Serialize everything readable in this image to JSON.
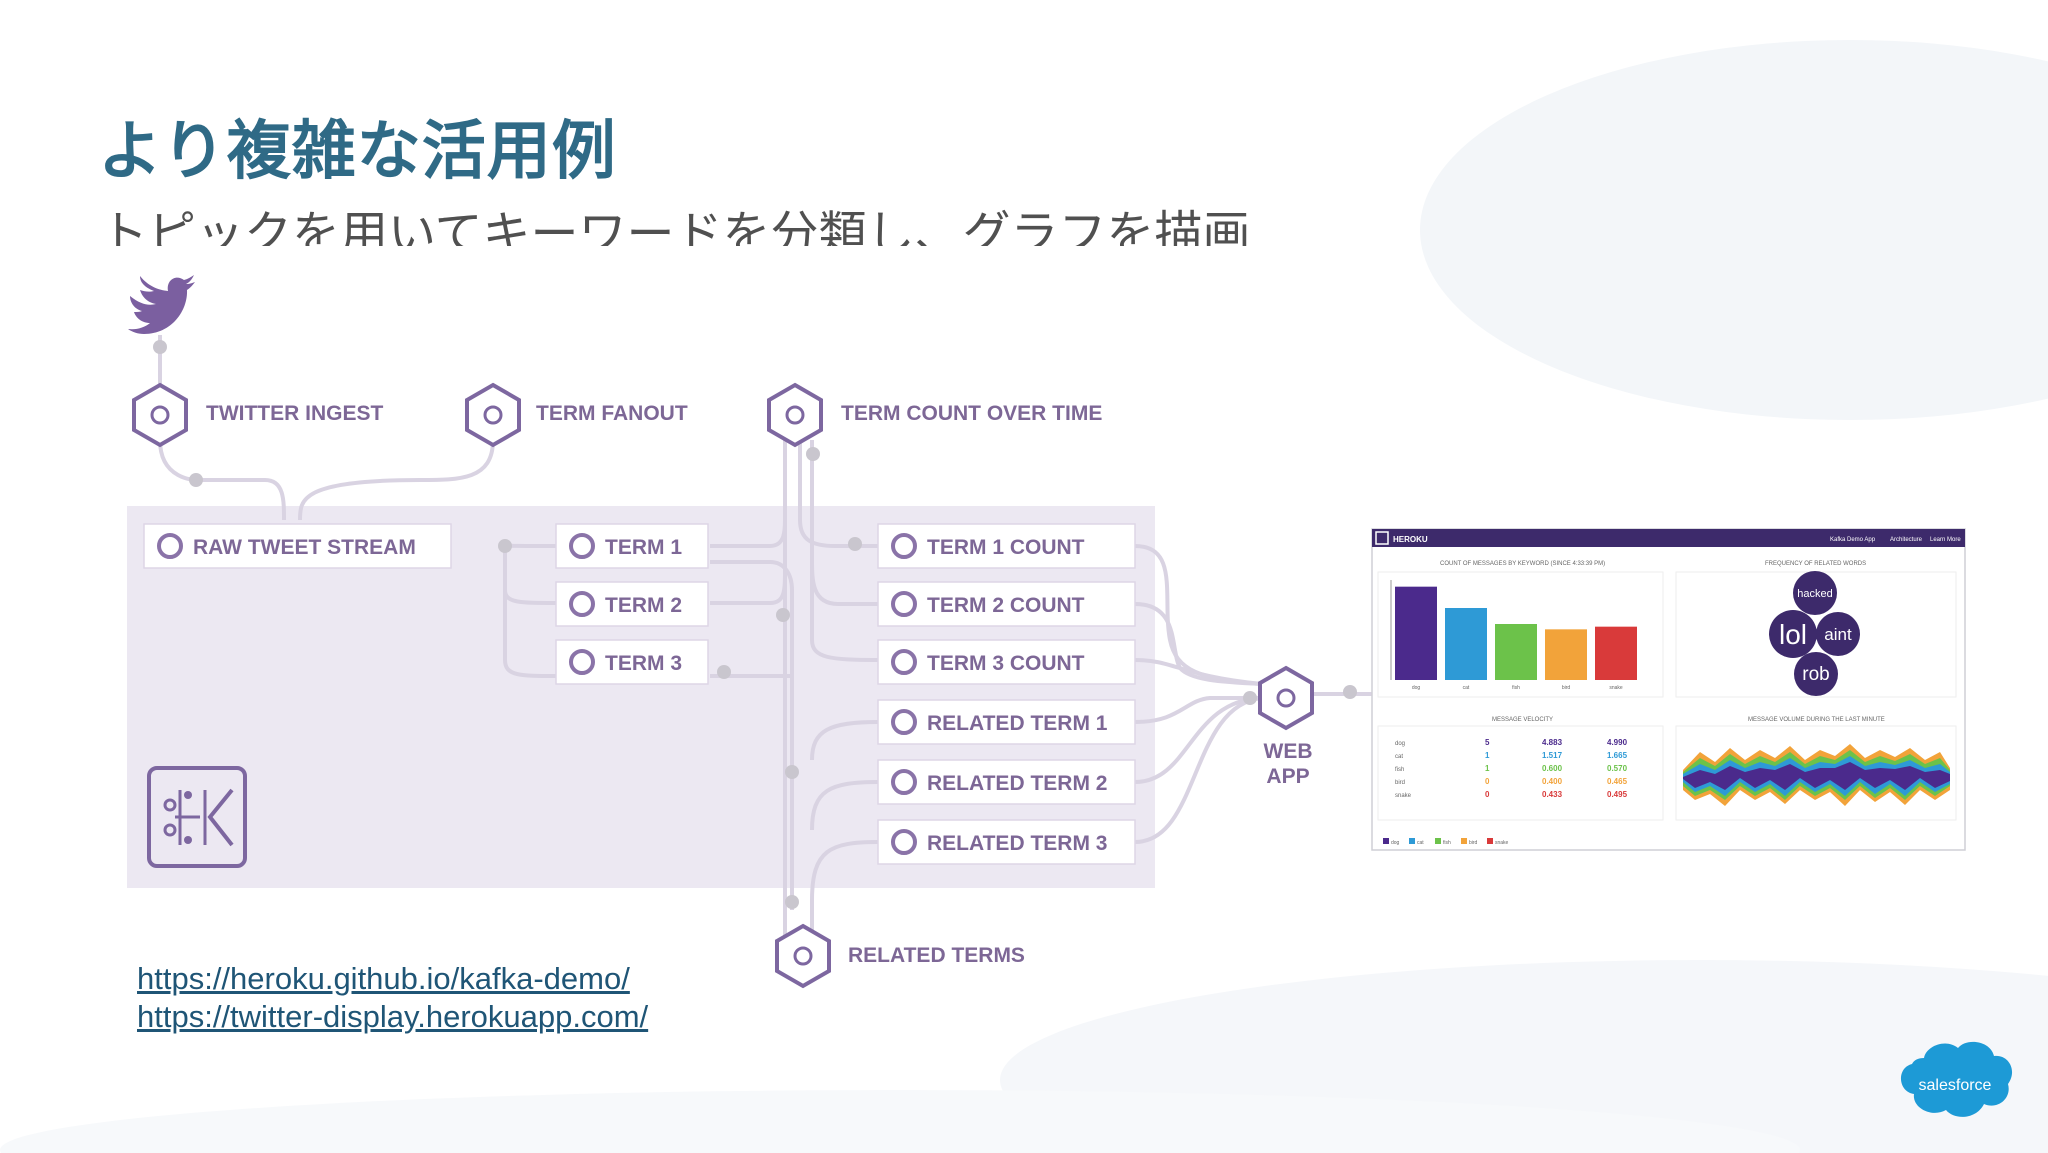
{
  "slide": {
    "title": "より複雑な活用例",
    "subtitle": "トピックを用いてキーワードを分類し、グラフを描画"
  },
  "diagram": {
    "topics": {
      "twitter_ingest": "TWITTER INGEST",
      "term_fanout": "TERM FANOUT",
      "term_count_over_time": "TERM COUNT OVER TIME",
      "related_terms": "RELATED TERMS"
    },
    "streams": {
      "raw_tweet_stream": "RAW TWEET STREAM",
      "terms": [
        "TERM 1",
        "TERM 2",
        "TERM 3"
      ],
      "term_counts": [
        "TERM 1 COUNT",
        "TERM 2 COUNT",
        "TERM 3 COUNT"
      ],
      "related_terms": [
        "RELATED TERM 1",
        "RELATED TERM 2",
        "RELATED TERM 3"
      ]
    },
    "web_app": {
      "line1": "WEB",
      "line2": "APP"
    },
    "icons": [
      "twitter-bird-icon",
      "hexagon-node-icon",
      "kafka-logo-icon"
    ],
    "colors": {
      "purple": "#7d67a0",
      "kafka_bg": "#ece8f2",
      "title": "#2f6a86"
    }
  },
  "dashboard": {
    "brand": "HEROKU",
    "nav": [
      "Kafka Demo App",
      "Architecture",
      "Learn More"
    ],
    "bar_chart_title": "COUNT OF MESSAGES BY KEYWORD (SINCE 4:33:39 PM)",
    "words_title": "FREQUENCY OF RELATED WORDS",
    "words": [
      "hacked",
      "lol",
      "aint",
      "rob"
    ],
    "velocity_title": "MESSAGE VELOCITY",
    "velocity_rows": [
      {
        "k": "dog",
        "a": "5",
        "b": "4.883",
        "c": "4.990"
      },
      {
        "k": "cat",
        "a": "1",
        "b": "1.517",
        "c": "1.665"
      },
      {
        "k": "fish",
        "a": "1",
        "b": "0.600",
        "c": "0.570"
      },
      {
        "k": "bird",
        "a": "0",
        "b": "0.400",
        "c": "0.465"
      },
      {
        "k": "snake",
        "a": "0",
        "b": "0.433",
        "c": "0.495"
      }
    ],
    "volume_title": "MESSAGE VOLUME DURING THE LAST MINUTE",
    "legend": [
      "dog",
      "cat",
      "fish",
      "bird",
      "snake"
    ],
    "series_colors": [
      "#4b2a8c",
      "#2e9ad6",
      "#6cc24a",
      "#f2a33a",
      "#d93a3a"
    ]
  },
  "chart_data": {
    "type": "bar",
    "title": "COUNT OF MESSAGES BY KEYWORD (SINCE 4:33:39 PM)",
    "categories": [
      "dog",
      "cat",
      "fish",
      "bird",
      "snake"
    ],
    "values": [
      140,
      108,
      84,
      76,
      80
    ],
    "ylim": [
      0,
      150
    ],
    "ylabel": "",
    "xlabel": ""
  },
  "links": [
    "https://heroku.github.io/kafka-demo/",
    "https://twitter-display.herokuapp.com/"
  ],
  "footer": {
    "logo": "salesforce"
  }
}
